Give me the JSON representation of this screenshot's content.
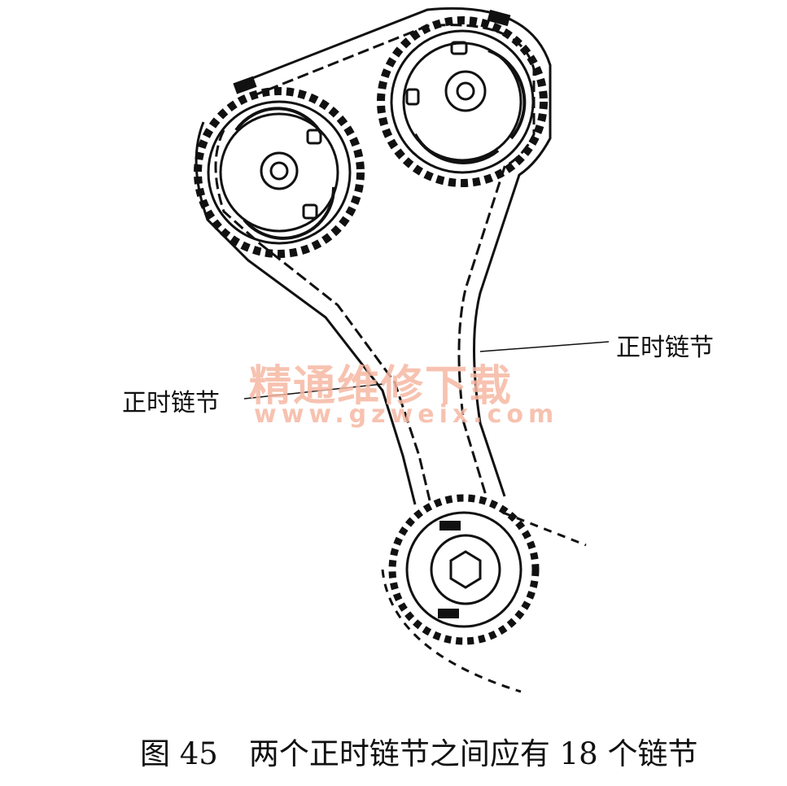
{
  "labels": {
    "left": "正时链节",
    "right": "正时链节"
  },
  "caption": {
    "figure": "图 45",
    "text": "两个正时链节之间应有 18 个链节"
  },
  "watermark": {
    "line1": "精通维修下载",
    "line2": "www.gzweix.com"
  }
}
